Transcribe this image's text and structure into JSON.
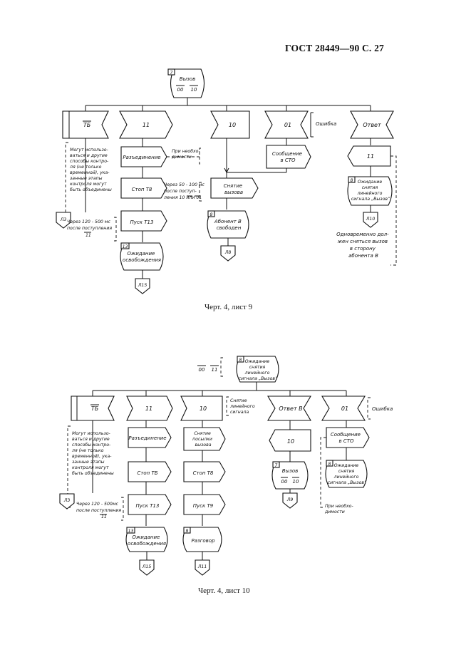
{
  "header": {
    "doc": "ГОСТ 28449—90  С.  27"
  },
  "captions": {
    "sheet9": "Черт.  4, лист 9",
    "sheet10": "Черт.  4, лист 10"
  },
  "s9": {
    "state_num": "7",
    "state_label": "Вызов",
    "sig_00": "00",
    "sig_10": "10",
    "b1": "ТБ",
    "b2": "11",
    "b3": "10",
    "b4": "01",
    "b4_note": "Ошибка",
    "b5": "Ответ",
    "note1": [
      "Могут использо-",
      "ваться и другие",
      "способы контро-",
      "ля (не только",
      "временной), ука-",
      "занные этапы",
      "контроля могут",
      "быть объединены"
    ],
    "l3": "Л3",
    "note2": [
      "Через  120 - 500 мс",
      "после поступления"
    ],
    "note2_sig": "11",
    "c2_1": "Разъединение",
    "c2_2": "Стоп Т8",
    "c2_3": "Пуск Т13",
    "c2_state_num": "13",
    "c2_state": [
      "Ожидание",
      "освобождения"
    ],
    "l15": "Л15",
    "note3": [
      "При необхо-",
      "димости"
    ],
    "note4": [
      "Через  50 - 100 мс",
      "после поступ-",
      "ления 10 или 01"
    ],
    "c3_1": [
      "Снятие",
      "вызова"
    ],
    "c3_state_num": "8",
    "c3_state": [
      "Абонент В",
      "свободен"
    ],
    "l8": "Л8",
    "c4_1": [
      "Сообщение",
      "в СТО"
    ],
    "c5_1": "11",
    "c5_state_num": "8",
    "c5_state": [
      "Ожидание",
      "снятия",
      "линейного",
      "сигнала „Вызов”"
    ],
    "l10": "Л10",
    "note5": [
      "Одновременно дол-",
      "жен сняться вызов",
      "в сторону",
      "абонента В"
    ]
  },
  "s10": {
    "sig_00": "00",
    "sig_11": "11",
    "state_num": "8",
    "state_label": [
      "Ожидание",
      "снятия",
      "линейного",
      "сигнала „Вызов”"
    ],
    "b1": "ТБ",
    "b2": "11",
    "b3": "10",
    "b3_note": [
      "Снятие",
      "линейного",
      "сигнала"
    ],
    "b4": "Ответ  В",
    "b5": "01",
    "b5_note": "Ошибка",
    "note1": [
      "Могут использо-",
      "ваться и другие",
      "способы контро-",
      "ля (не только",
      "временной), ука-",
      "занные этапы",
      "контроля могут",
      "быть объединены"
    ],
    "l3": "Л3",
    "note2": [
      "Через  120 - 500мс",
      "после поступления"
    ],
    "note2_sig": "11",
    "c2_1": "Разъединение",
    "c2_2": "Стоп ТБ",
    "c2_3": "Пуск Т13",
    "c2_state_num": "13",
    "c2_state": [
      "Ожидание",
      "освобождения"
    ],
    "l15": "Л15",
    "c3_1": [
      "Снятие",
      "посылки",
      "вызова"
    ],
    "c3_2": "Стоп Т8",
    "c3_3": "Пуск Т9",
    "c3_state_num": "9",
    "c3_state": "Разговор",
    "l11": "Л11",
    "c4_1": "10",
    "c4_state_num": "7",
    "c4_state": "Вызов",
    "c4_sig_00": "00",
    "c4_sig_10": "10",
    "l9": "Л9",
    "c5_1": [
      "Сообщение",
      "в СТО"
    ],
    "c5_state_num": "8",
    "c5_state": [
      "Ожидание",
      "снятия",
      "линейного",
      "сигнала „Вызов”"
    ],
    "note3": [
      "При необхо-",
      "димости"
    ]
  }
}
